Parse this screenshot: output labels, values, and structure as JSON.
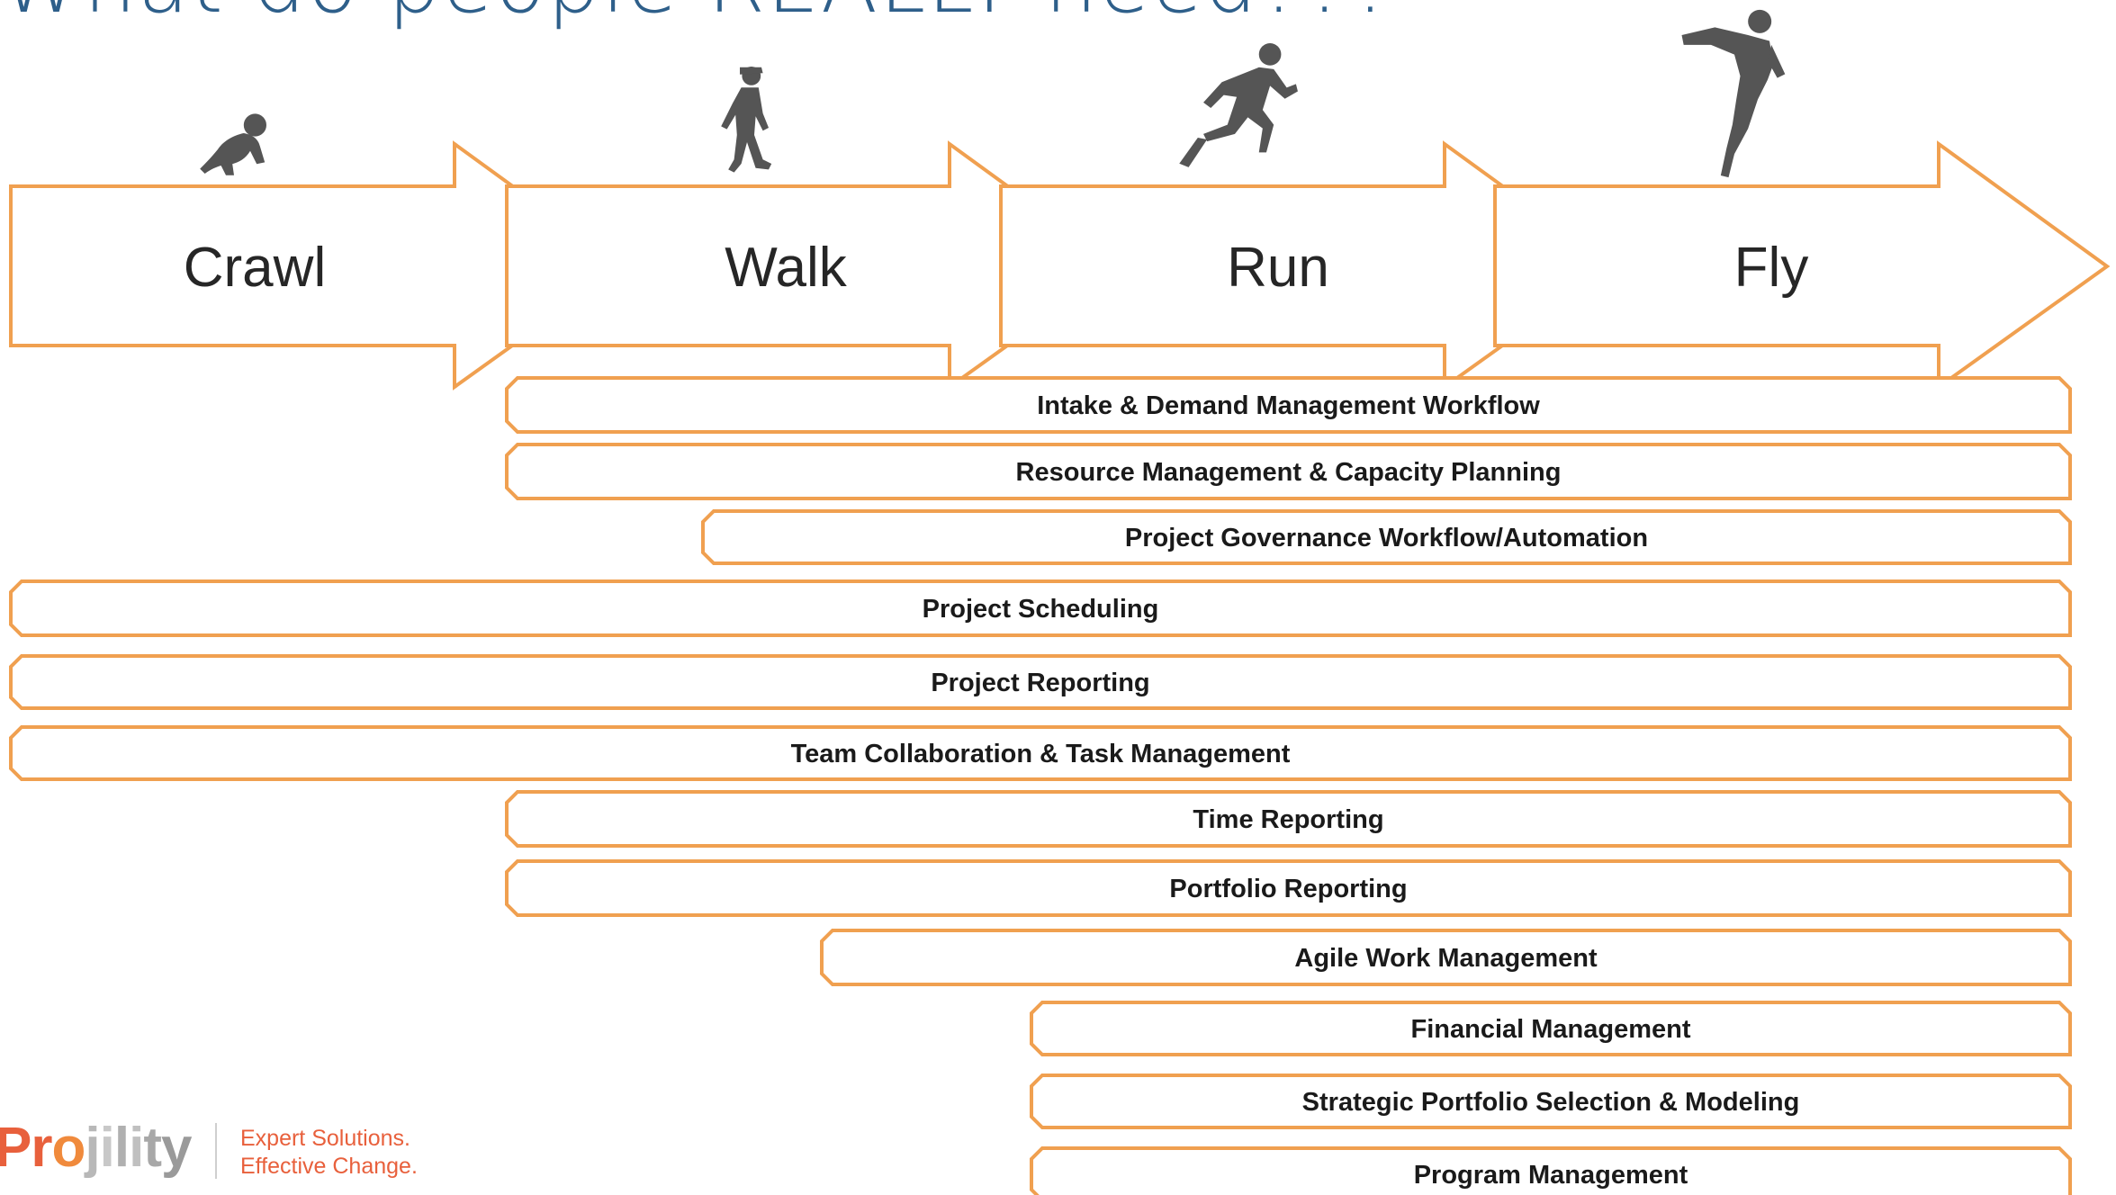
{
  "title": "What do people REALLY need???",
  "stages": [
    {
      "label": "Crawl",
      "icon": "crawling-baby-icon"
    },
    {
      "label": "Walk",
      "icon": "walking-child-icon"
    },
    {
      "label": "Run",
      "icon": "running-man-icon"
    },
    {
      "label": "Fly",
      "icon": "flying-person-icon"
    }
  ],
  "capabilities": [
    {
      "label": "Intake & Demand Management Workflow",
      "start_stage": "Walk"
    },
    {
      "label": "Resource Management & Capacity Planning",
      "start_stage": "Walk"
    },
    {
      "label": "Project Governance Workflow/Automation",
      "start_stage": "Walk"
    },
    {
      "label": "Project Scheduling",
      "start_stage": "Crawl"
    },
    {
      "label": "Project Reporting",
      "start_stage": "Crawl"
    },
    {
      "label": "Team Collaboration & Task Management",
      "start_stage": "Crawl"
    },
    {
      "label": "Time Reporting",
      "start_stage": "Walk"
    },
    {
      "label": "Portfolio Reporting",
      "start_stage": "Walk"
    },
    {
      "label": "Agile Work Management",
      "start_stage": "Walk"
    },
    {
      "label": "Financial Management",
      "start_stage": "Run"
    },
    {
      "label": "Strategic Portfolio Selection & Modeling",
      "start_stage": "Run"
    },
    {
      "label": "Program Management",
      "start_stage": "Run"
    }
  ],
  "logo": {
    "name": "Projility",
    "tagline_1": "Expert Solutions.",
    "tagline_2": "Effective Change."
  },
  "colors": {
    "accent": "#f0a050",
    "title": "#2e5f8a",
    "logo_tagline": "#e8603c"
  }
}
